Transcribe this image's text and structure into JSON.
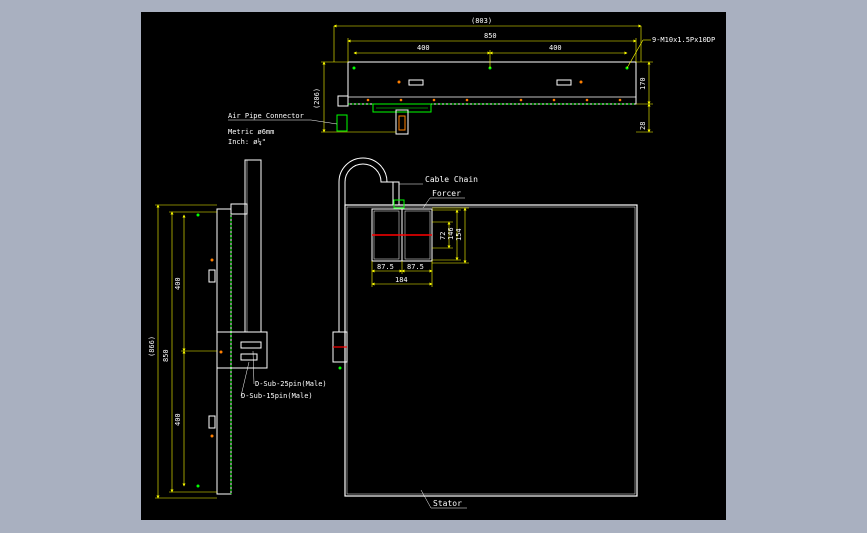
{
  "drawing": {
    "colors": {
      "background": "#000000",
      "outer_bg": "#a9b0c0",
      "outline": "#ffffff",
      "dimension": "#ffff00",
      "accent": "#00ff00",
      "highlight": "#ff0000",
      "hole": "#ff7f00"
    },
    "top_view": {
      "overall_width": "(803)",
      "mount_span": "850",
      "half_span_left": "400",
      "half_span_right": "400",
      "hole_note": "9-M10x1.5Px10DP",
      "height_total": "(206)",
      "height_upper": "170",
      "height_lower": "28"
    },
    "air_pipe": {
      "title": "Air Pipe Connector",
      "metric": "Metric ø6mm",
      "inch": "Inch: ø¼\""
    },
    "side_view": {
      "overall_height": "(866)",
      "span": "850",
      "upper_pitch": "400",
      "lower_pitch": "400",
      "dsub25": "D-Sub-25pin(Male)",
      "dsub15": "D-Sub-15pin(Male)"
    },
    "plan_view": {
      "cable_chain": "Cable Chain",
      "forcer": "Forcer",
      "forcer_height_inner": "72",
      "forcer_height_mid": "146",
      "forcer_height_outer": "154",
      "forcer_half_left": "87.5",
      "forcer_half_right": "87.5",
      "forcer_width": "184",
      "stator": "Stator"
    }
  }
}
